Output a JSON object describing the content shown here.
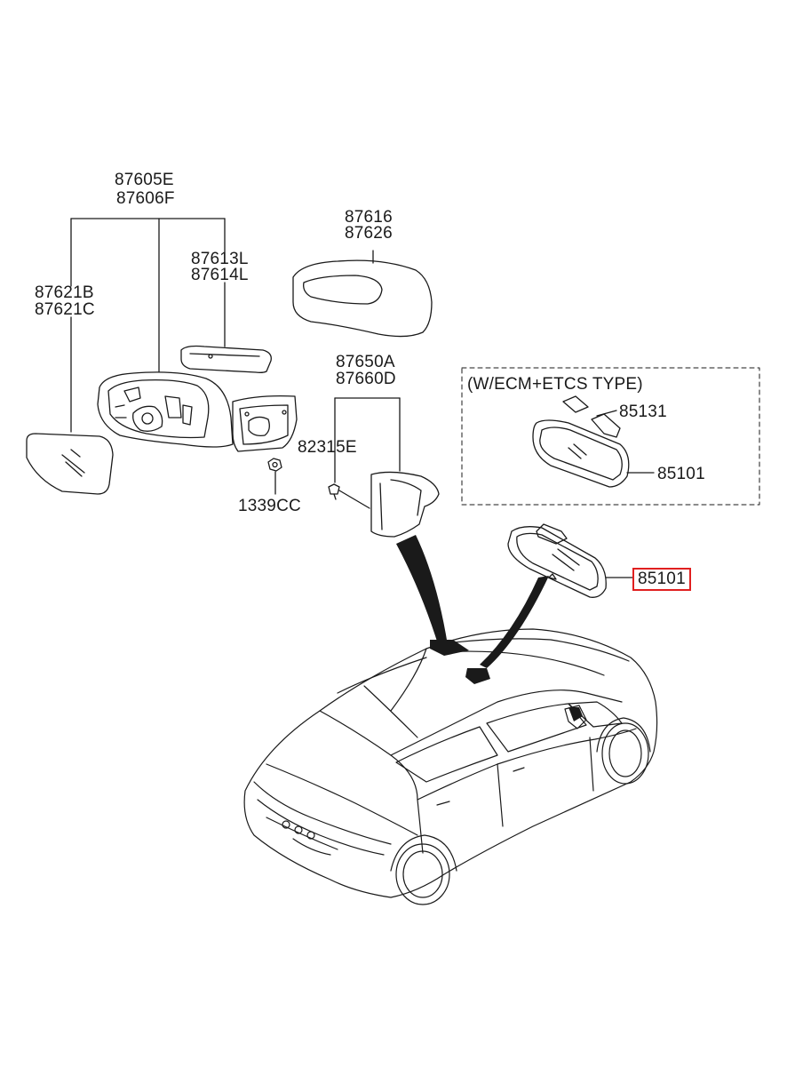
{
  "labels": {
    "outside_mirror_assy": [
      "87605E",
      "87606F"
    ],
    "mirror_glass": [
      "87621B",
      "87621C"
    ],
    "side_repeater_lamp": [
      "87613L",
      "87614L"
    ],
    "scalp_cover": [
      "87616",
      "87626"
    ],
    "inside_cover": [
      "87650A",
      "87660D"
    ],
    "screw": "82315E",
    "nut": "1339CC",
    "option_box_title": "(W/ECM+ETCS TYPE)",
    "bracket_part": "85131",
    "option_inside_mirror": "85101",
    "inside_mirror_highlighted": "85101"
  },
  "colors": {
    "line": "#1a1a1a",
    "highlight_border": "#e02020",
    "background": "#ffffff"
  }
}
